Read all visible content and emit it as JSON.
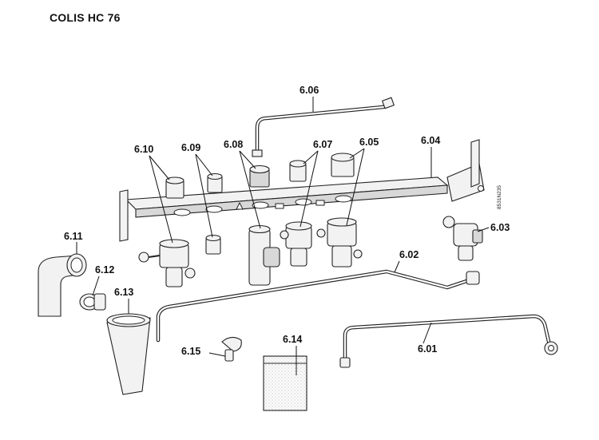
{
  "header": {
    "title": "COLIS HC 76"
  },
  "diagram": {
    "reference_code": "8531N235",
    "callouts": {
      "c601": "6.01",
      "c602": "6.02",
      "c603": "6.03",
      "c604": "6.04",
      "c605": "6.05",
      "c606": "6.06",
      "c607": "6.07",
      "c608": "6.08",
      "c609": "6.09",
      "c610": "6.10",
      "c611": "6.11",
      "c612": "6.12",
      "c613": "6.13",
      "c614": "6.14",
      "c615": "6.15"
    }
  }
}
